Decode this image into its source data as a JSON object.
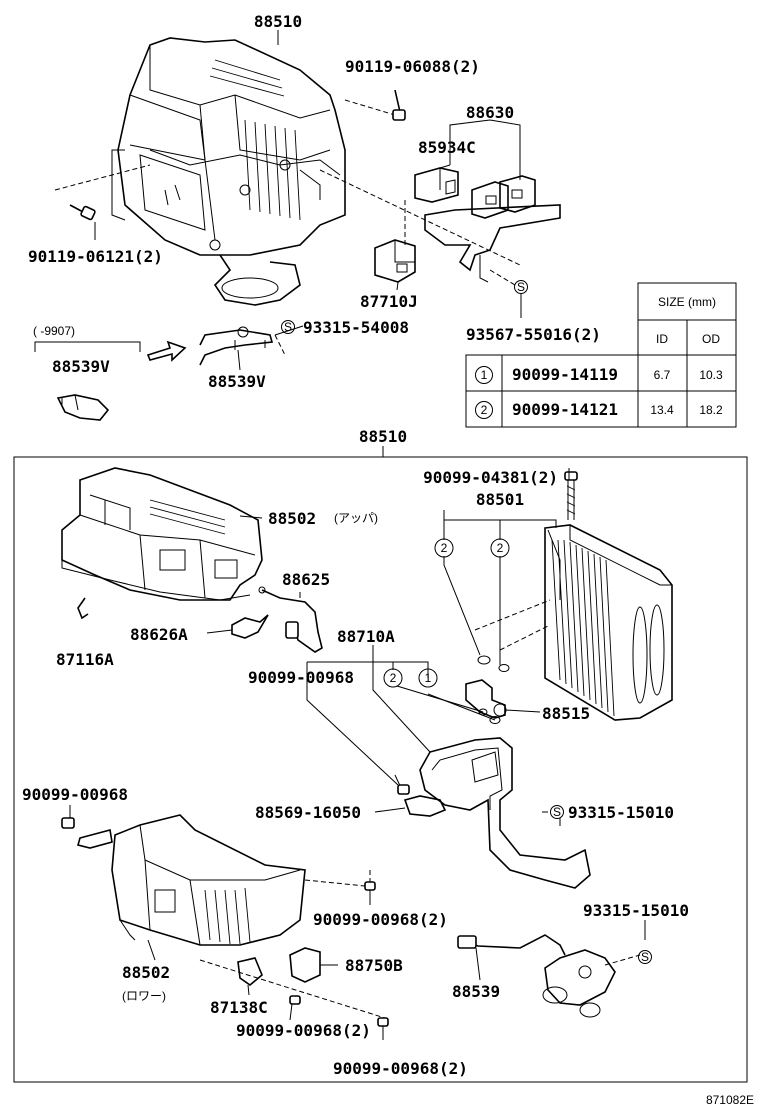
{
  "labels": {
    "top_assembly": "88510",
    "bolt_top": "90119-06088(2)",
    "bracket_assy": "88630",
    "relay_85934c": "85934C",
    "bolt_left": "90119-06121(2)",
    "relay_87710j": "87710J",
    "clip_93315": "93315-54008",
    "clip_93567": "93567-55016(2)",
    "date_range": "(   -9907)",
    "sensor_old": "88539V",
    "sensor_new": "88539V",
    "main_assembly": "88510",
    "screw_04381": "90099-04381(2)",
    "evaporator": "88501",
    "upper_case": "88502",
    "upper_case_note": "(アッパ)",
    "thermistor": "88625",
    "clamp_88626a": "88626A",
    "expansion_valve": "88710A",
    "clip_87116a": "87116A",
    "oring_00968_mid": "90099-00968",
    "valve_88515": "88515",
    "oring_00968_left": "90099-00968",
    "pad_88569": "88569-16050",
    "clip_15010_a": "93315-15010",
    "clip_15010_b": "93315-15010",
    "screw_00968_2a": "90099-00968(2)",
    "lower_case": "88502",
    "lower_case_note": "(ロワー)",
    "bracket_88750b": "88750B",
    "sensor_88539": "88539",
    "clip_87138c": "87138C",
    "screw_00968_2b": "90099-00968(2)",
    "screw_00968_2c": "90099-00968(2)",
    "figure_code": "871082E"
  },
  "size_table": {
    "header": "SIZE (mm)",
    "col_id": "ID",
    "col_od": "OD",
    "rows": [
      {
        "key": "1",
        "part": "90099-14119",
        "id": "6.7",
        "od": "10.3"
      },
      {
        "key": "2",
        "part": "90099-14121",
        "id": "13.4",
        "od": "18.2"
      }
    ]
  },
  "markers": {
    "s": "S",
    "one": "1",
    "two": "2"
  }
}
